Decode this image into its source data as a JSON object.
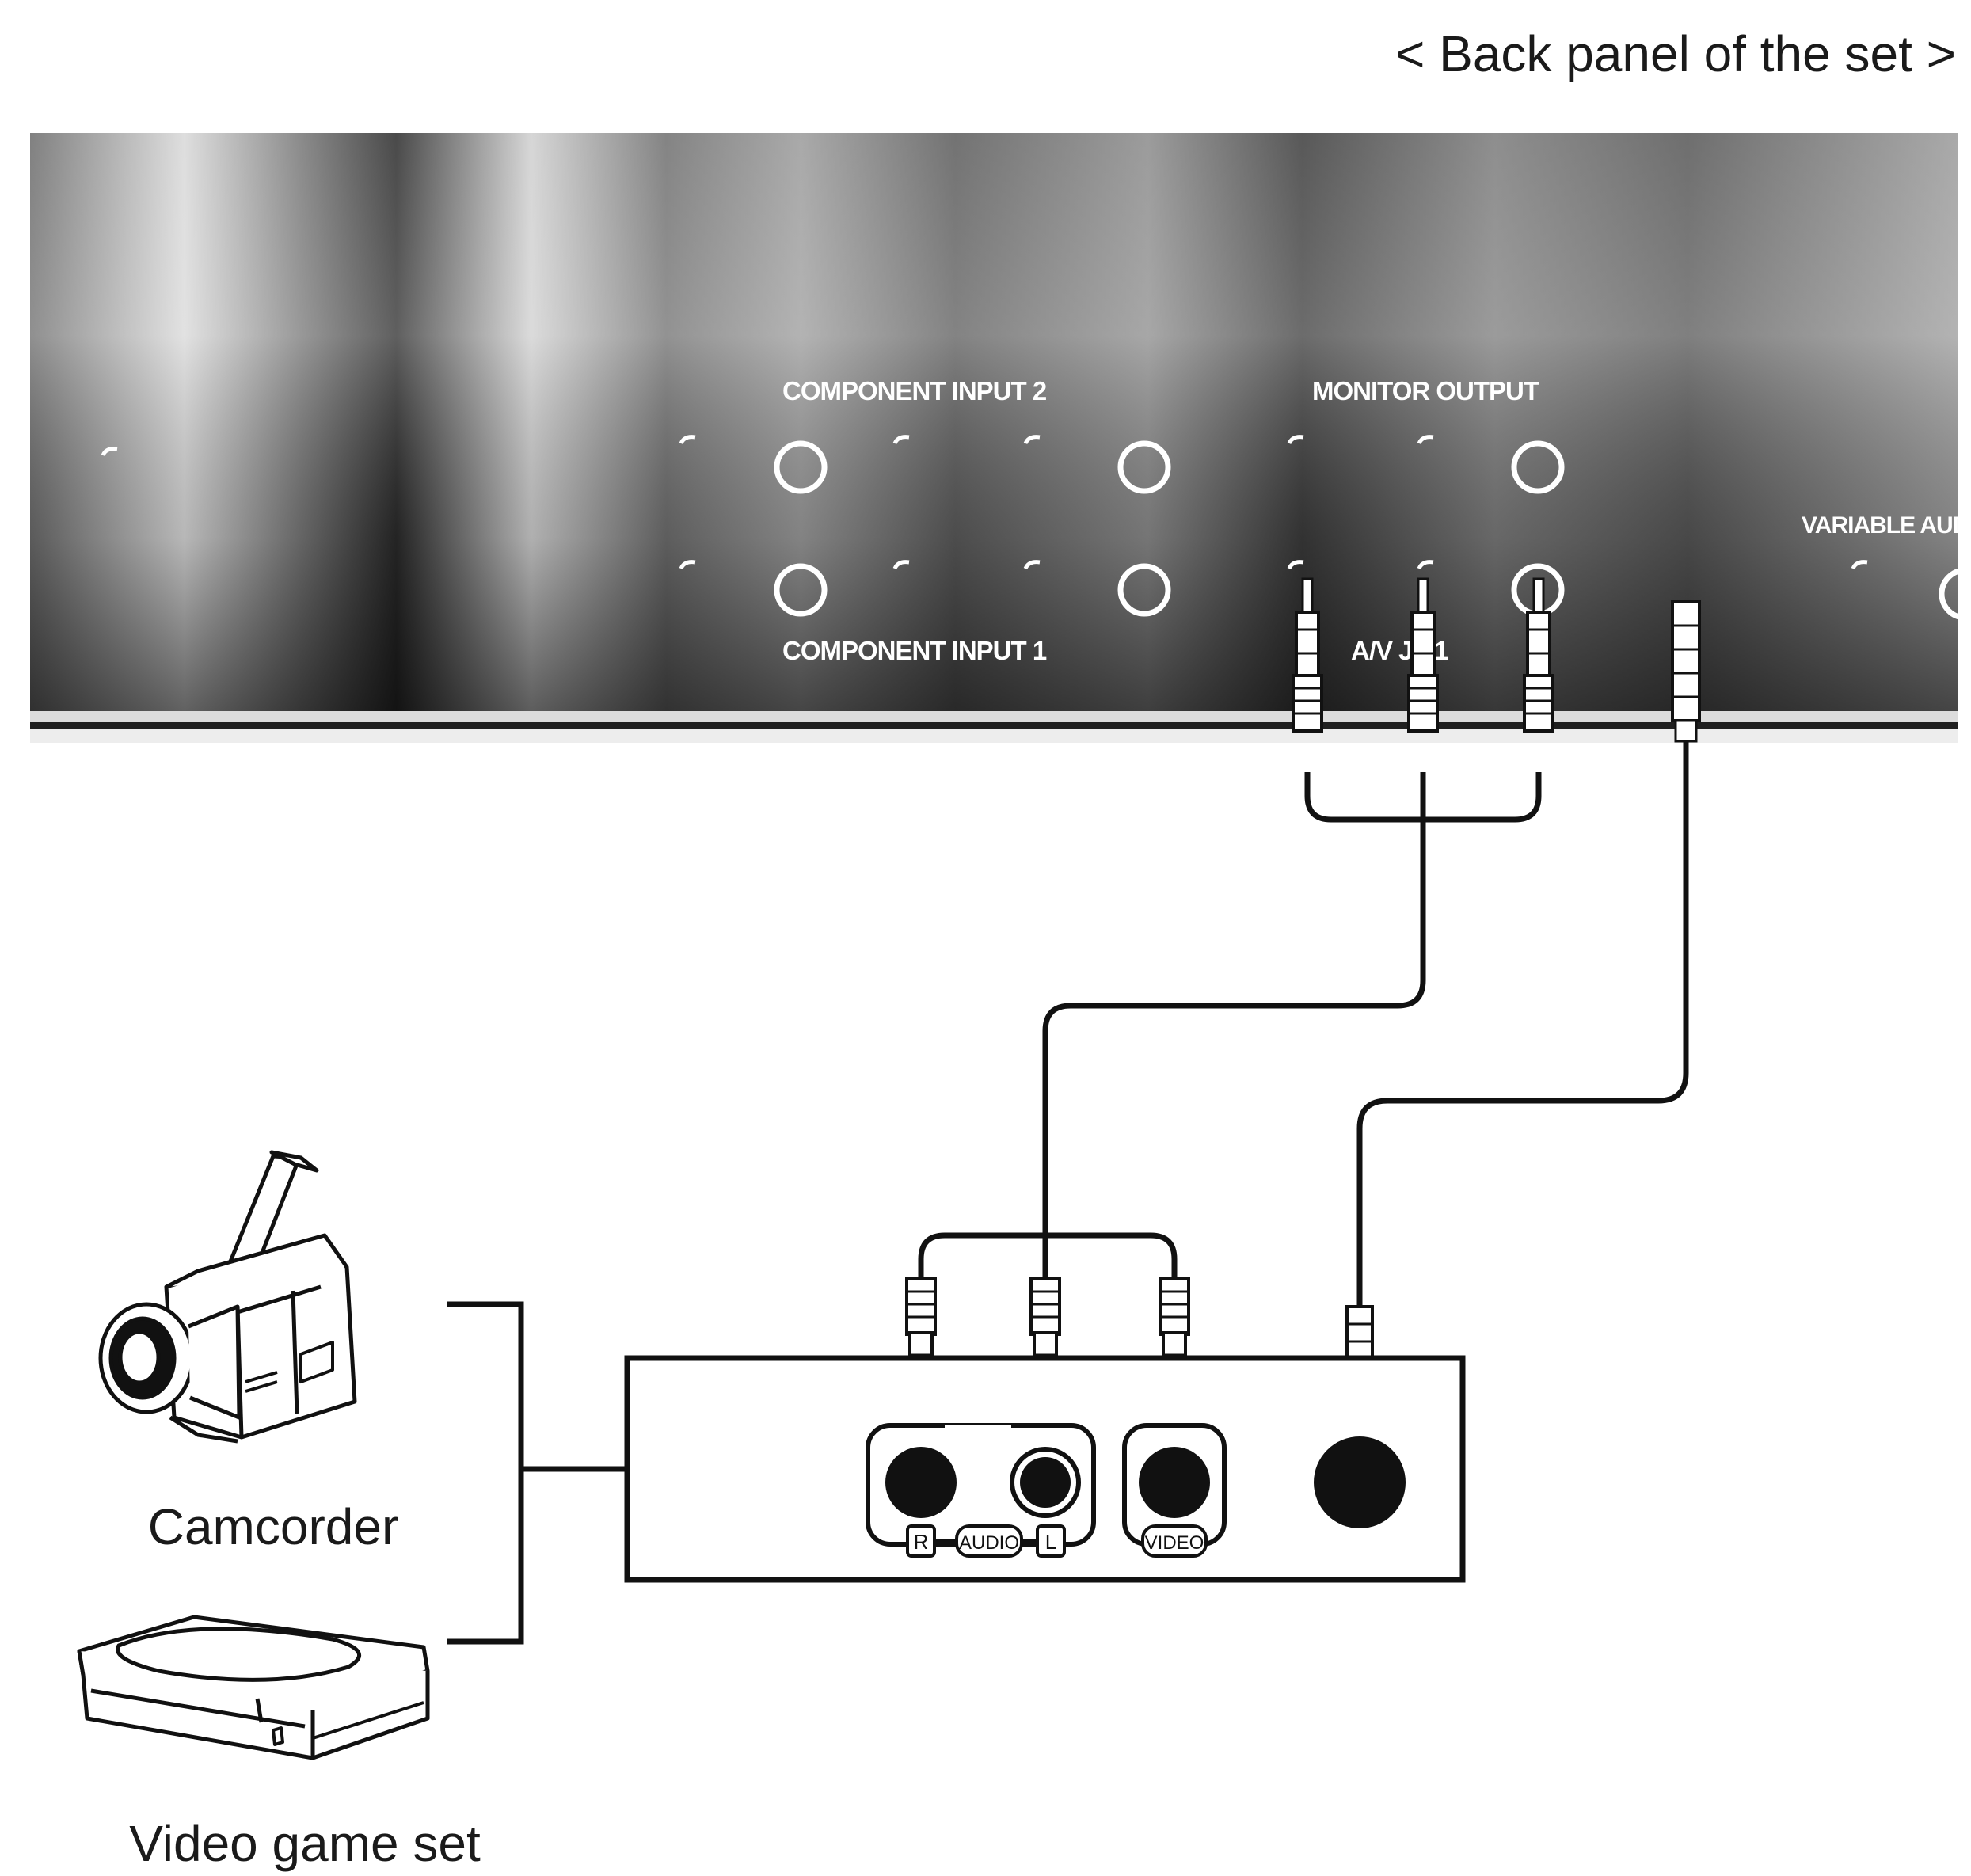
{
  "header": {
    "caption": "< Back panel of the set >"
  },
  "back_panel": {
    "component_input_2": "COMPONENT INPUT 2",
    "component_input_1": "COMPONENT INPUT 1",
    "monitor_output": "MONITOR OUTPUT",
    "av_input_1": "A/V JT 1",
    "variable_audio": "VARIABLE AUD"
  },
  "device_jacks": {
    "r": "R",
    "audio": "AUDIO",
    "l": "L",
    "video": "VIDEO"
  },
  "devices": {
    "camcorder": "Camcorder",
    "video_game_set": "Video game set"
  },
  "icons": [
    "camcorder-icon",
    "game-console-icon",
    "rca-plug-icon",
    "svideo-plug-icon",
    "jack-icon"
  ],
  "colors": {
    "panel_dark": "#2e2e2e",
    "panel_light": "#c9c9c9",
    "ink": "#111111",
    "paper": "#ffffff"
  }
}
